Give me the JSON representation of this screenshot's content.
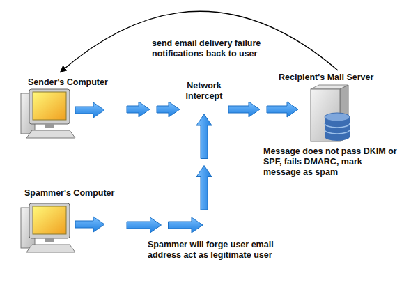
{
  "diagram": {
    "nodes": [
      {
        "text": [
          "Sender's Computer"
        ]
      },
      {
        "text": [
          "Network Intercept"
        ]
      },
      {
        "text": [
          "Recipient's Mail Server",
          "Message does not pass DKIM or SPF, fails DMARC, mark message as spam"
        ]
      },
      {
        "text": [
          "Spammer's Computer"
        ]
      }
    ],
    "edges": [
      {
        "from": 0,
        "to": 1,
        "arrow": "to"
      },
      {
        "from": 1,
        "to": 2,
        "arrow": "to"
      },
      {
        "from": 2,
        "to": 0,
        "arrow": "to",
        "label": "send email delivery failure notifications back to user"
      },
      {
        "from": 3,
        "to": 1,
        "arrow": "to",
        "label": "Spammer will forge user email address act as legitimate user"
      }
    ]
  }
}
